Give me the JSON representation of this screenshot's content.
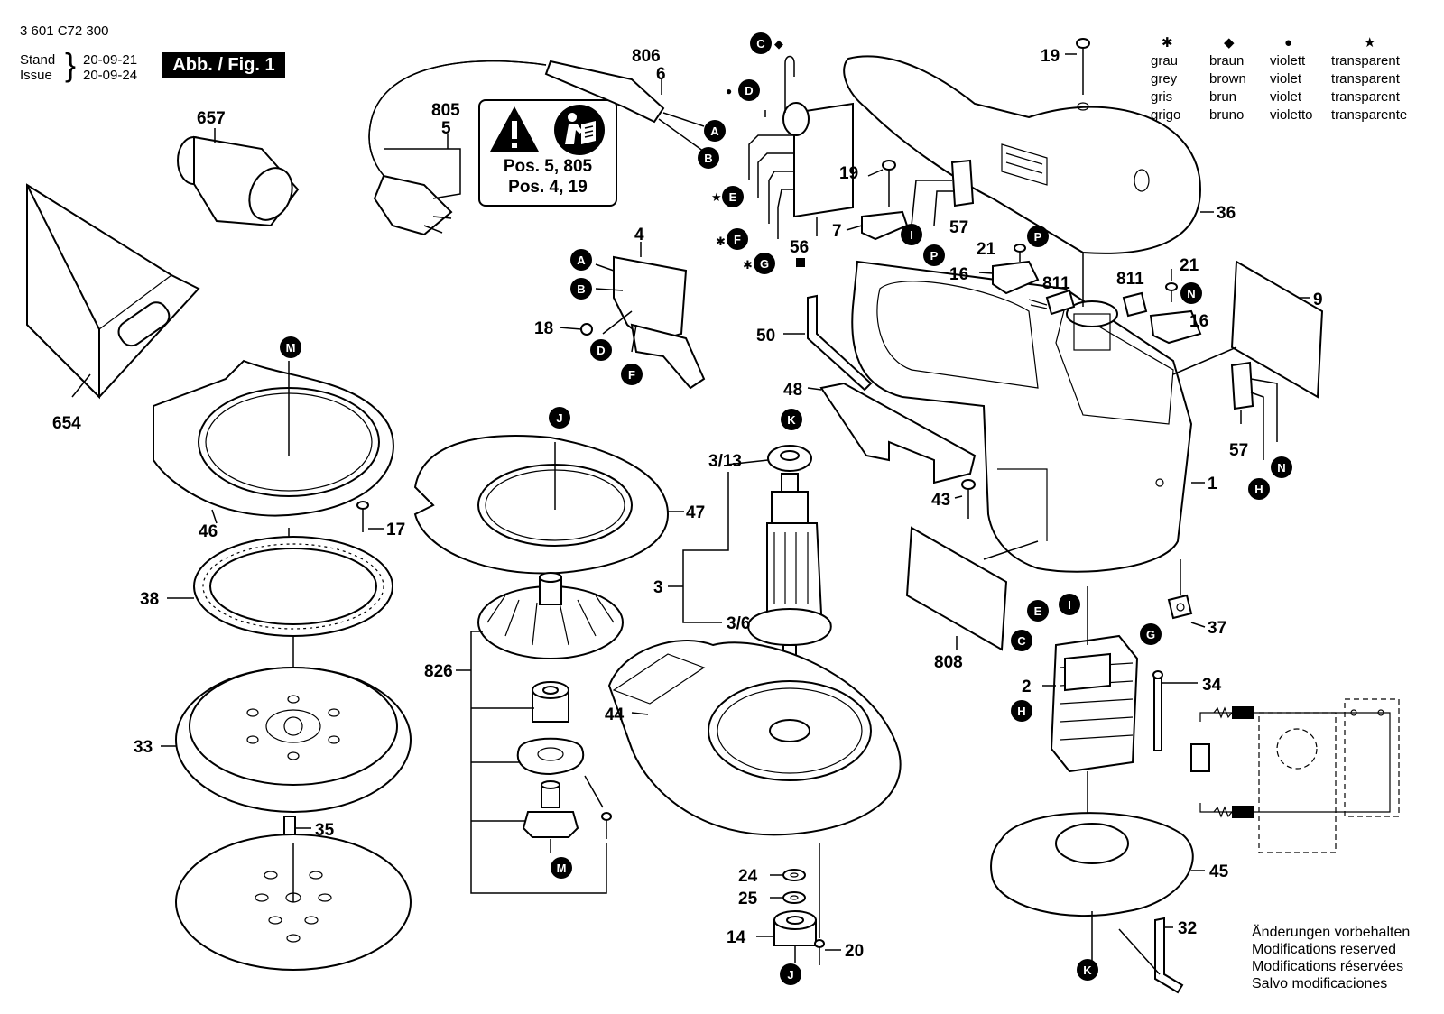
{
  "header": {
    "doc_number": "3 601 C72 300",
    "stand_label": "Stand",
    "issue_label": "Issue",
    "old_date": "20-09-21",
    "new_date": "20-09-24",
    "figure_label": "Abb. / Fig. 1"
  },
  "warning_box": {
    "line1": "Pos. 5, 805",
    "line2": "Pos. 4, 19"
  },
  "legend": {
    "columns": [
      {
        "symbol": "✱",
        "names": [
          "grau",
          "grey",
          "gris",
          "grigo"
        ]
      },
      {
        "symbol": "◆",
        "names": [
          "braun",
          "brown",
          "brun",
          "bruno"
        ]
      },
      {
        "symbol": "●",
        "names": [
          "violett",
          "violet",
          "violet",
          "violetto"
        ]
      },
      {
        "symbol": "★",
        "names": [
          "transparent",
          "transparent",
          "transparent",
          "transparente"
        ]
      }
    ]
  },
  "modifications": [
    "Änderungen vorbehalten",
    "Modifications reserved",
    "Modifications réservées",
    "Salvo modificaciones"
  ],
  "part_numbers": {
    "p657": "657",
    "p654": "654",
    "p805": "805",
    "p5": "5",
    "p806": "806",
    "p6": "6",
    "p4": "4",
    "p18": "18",
    "p19a": "19",
    "p19b": "19",
    "p7": "7",
    "p57a": "57",
    "p57b": "57",
    "p56": "56",
    "p21a": "21",
    "p21b": "21",
    "p16a": "16",
    "p16b": "16",
    "p811a": "811",
    "p811b": "811",
    "p36": "36",
    "p9": "9",
    "p50": "50",
    "p48": "48",
    "p1": "1",
    "p43": "43",
    "p46": "46",
    "p17": "17",
    "p38": "38",
    "p33": "33",
    "p35": "35",
    "p47": "47",
    "p826": "826",
    "p3": "3",
    "p3_13": "3/13",
    "p3_6": "3/6",
    "p44": "44",
    "p24": "24",
    "p25": "25",
    "p14": "14",
    "p20": "20",
    "p808": "808",
    "p37": "37",
    "p2": "2",
    "p34": "34",
    "p45": "45",
    "p32": "32"
  },
  "connector_labels": {
    "A": "A",
    "B": "B",
    "C": "C",
    "D": "D",
    "E": "E",
    "F": "F",
    "G": "G",
    "H": "H",
    "I": "I",
    "J": "J",
    "K": "K",
    "M": "M",
    "N": "N",
    "P": "P"
  },
  "colors": {
    "ink": "#000000",
    "paper": "#ffffff",
    "grey_fill": "#d9d9d9"
  },
  "icons": [
    "warning-triangle-icon",
    "read-manual-icon"
  ]
}
